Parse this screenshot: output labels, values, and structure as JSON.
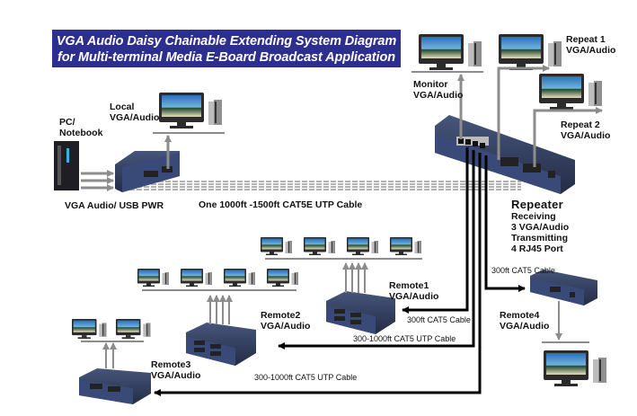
{
  "title": {
    "line1": "VGA Audio Daisy Chainable Extending System Diagram",
    "line2": "for Multi-terminal Media E-Board Broadcast Application"
  },
  "colors": {
    "banner": "#2d2f8f",
    "device_body": "#2f3a5a",
    "gray_link": "#8c8c8c",
    "cable_black": "#000000"
  },
  "nodes": {
    "pc": {
      "line1": "PC/",
      "line2": "Notebook"
    },
    "local": {
      "line1": "Local",
      "line2": "VGA/Audio"
    },
    "monitor": {
      "line1": "Monitor",
      "line2": "VGA/Audio"
    },
    "repeat1": {
      "line1": "Repeat 1",
      "line2": "VGA/Audio"
    },
    "repeat2": {
      "line1": "Repeat 2",
      "line2": "VGA/Audio"
    },
    "repeater": {
      "title": "Repeater",
      "line1": "Receiving",
      "line2": "3 VGA/Audio",
      "line3": "Transmitting",
      "line4": "4 RJ45 Port"
    },
    "remote1": {
      "line1": "Remote1",
      "line2": "VGA/Audio"
    },
    "remote2": {
      "line1": "Remote2",
      "line2": "VGA/Audio"
    },
    "remote3": {
      "line1": "Remote3",
      "line2": "VGA/Audio"
    },
    "remote4": {
      "line1": "Remote4",
      "line2": "VGA/Audio"
    }
  },
  "cables": {
    "pc_input": "VGA Audio/ USB PWR",
    "main": "One 1000ft -1500ft CAT5E UTP Cable",
    "to_remote4": "300ft CAT5  Cable",
    "to_remote1": "300ft CAT5  Cable",
    "to_remote2": "300-1000ft CAT5 UTP Cable",
    "to_remote3": "300-1000ft CAT5 UTP Cable"
  }
}
